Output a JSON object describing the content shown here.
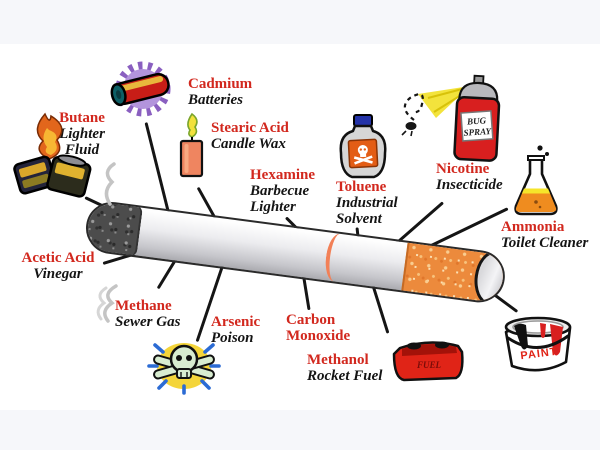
{
  "diagram": {
    "subject": "chemicals-in-a-cigarette",
    "colors": {
      "chemical_red": "#d2281e",
      "source_black": "#141414",
      "band_gray": "#f6f7fa",
      "filter_orange": "#ec8a3c"
    }
  },
  "labels": {
    "butane": {
      "chem": "Butane",
      "src1": "Lighter",
      "src2": "Fluid"
    },
    "cadmium": {
      "chem": "Cadmium",
      "src1": "Batteries"
    },
    "stearic": {
      "chem": "Stearic Acid",
      "src1": "Candle Wax"
    },
    "hexamine": {
      "chem": "Hexamine",
      "src1": "Barbecue",
      "src2": "Lighter"
    },
    "toluene": {
      "chem": "Toluene",
      "src1": "Industrial",
      "src2": "Solvent"
    },
    "nicotine": {
      "chem": "Nicotine",
      "src1": "Insecticide"
    },
    "ammonia": {
      "chem": "Ammonia",
      "src1": "Toilet Cleaner"
    },
    "acetic": {
      "chem": "Acetic Acid",
      "src1": "Vinegar"
    },
    "methane": {
      "chem": "Methane",
      "src1": "Sewer Gas"
    },
    "arsenic": {
      "chem": "Arsenic",
      "src1": "Poison"
    },
    "carbon": {
      "chem1": "Carbon",
      "chem2": "Monoxide"
    },
    "methanol": {
      "chem": "Methanol",
      "src1": "Rocket Fuel"
    }
  },
  "icon_text": {
    "bug_line1": "BUG",
    "bug_line2": "SPRAY",
    "fuel": "FUEL",
    "paint": "PAINT"
  },
  "icons": [
    "lighter-flame-icon",
    "battery-icon",
    "candle-icon",
    "poison-bottle-icon",
    "bug-spray-icon",
    "flask-icon",
    "skull-crossbones-icon",
    "fuel-can-icon",
    "paint-can-icon",
    "smoke-icon",
    "cigarette-graphic"
  ]
}
